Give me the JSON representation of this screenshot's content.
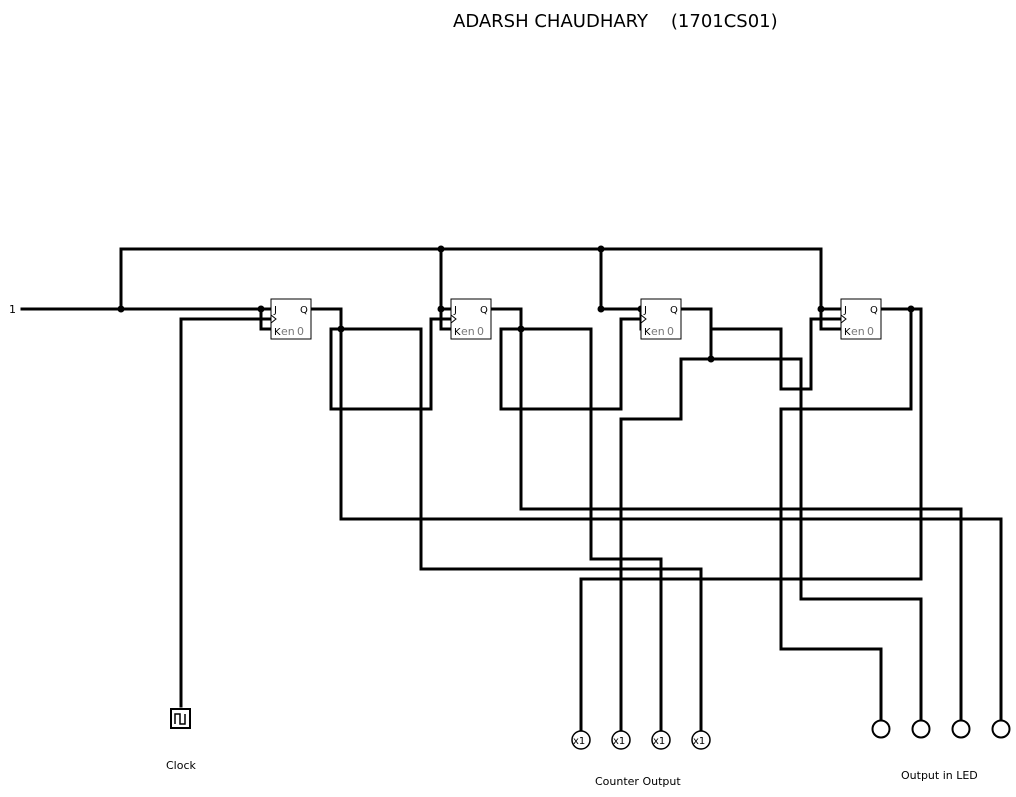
{
  "title": "ADARSH CHAUDHARY    (1701CS01)",
  "constant_label": "1",
  "clock_label": "Clock",
  "counter_output_label": "Counter Output",
  "led_output_label": "Output in LED",
  "flipflops": [
    {
      "j": "J",
      "k": "K",
      "q": "Q",
      "en": "en",
      "zero": "0"
    },
    {
      "j": "J",
      "k": "K",
      "q": "Q",
      "en": "en",
      "zero": "0"
    },
    {
      "j": "J",
      "k": "K",
      "q": "Q",
      "en": "en",
      "zero": "0"
    },
    {
      "j": "J",
      "k": "K",
      "q": "Q",
      "en": "en",
      "zero": "0"
    }
  ],
  "probe_label": "x1",
  "probes": [
    "x1",
    "x1",
    "x1",
    "x1"
  ]
}
